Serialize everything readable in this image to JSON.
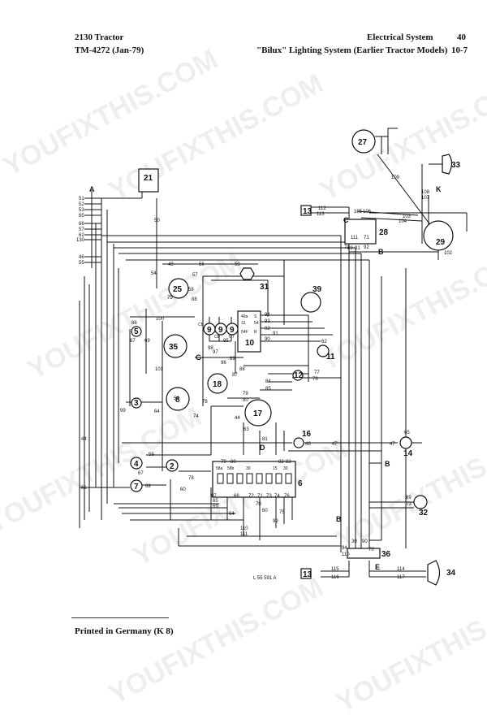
{
  "header": {
    "left_line1": "2130 Tractor",
    "left_line2": "TM-4272 (Jan-79)",
    "right_section": "Electrical System",
    "right_section_num": "40",
    "right_title": "\"Bilux\" Lighting System (Earlier Tractor Models)",
    "right_page": "10-7"
  },
  "footer": {
    "printed": "Printed in Germany (K 8)"
  },
  "watermark": "YOUFIXTHIS.COM",
  "diagram": {
    "figure_code": "L 55 591 A",
    "components": [
      {
        "id": "c21",
        "label": "21"
      },
      {
        "id": "c27",
        "label": "27"
      },
      {
        "id": "c33",
        "label": "33"
      },
      {
        "id": "c29",
        "label": "29"
      },
      {
        "id": "c13a",
        "label": "13"
      },
      {
        "id": "c28",
        "label": "28"
      },
      {
        "id": "c25",
        "label": "25"
      },
      {
        "id": "c31",
        "label": "31"
      },
      {
        "id": "c39",
        "label": "39"
      },
      {
        "id": "c35",
        "label": "35"
      },
      {
        "id": "c10",
        "label": "10"
      },
      {
        "id": "c18",
        "label": "18"
      },
      {
        "id": "c11",
        "label": "11"
      },
      {
        "id": "c12",
        "label": "12"
      },
      {
        "id": "c8",
        "label": "8"
      },
      {
        "id": "c17",
        "label": "17"
      },
      {
        "id": "c3",
        "label": "3"
      },
      {
        "id": "c16",
        "label": "16"
      },
      {
        "id": "c14",
        "label": "14"
      },
      {
        "id": "c2",
        "label": "2"
      },
      {
        "id": "c4",
        "label": "4"
      },
      {
        "id": "c7",
        "label": "7"
      },
      {
        "id": "c5",
        "label": "5"
      },
      {
        "id": "c6",
        "label": "6"
      },
      {
        "id": "c32",
        "label": "32"
      },
      {
        "id": "c36",
        "label": "36"
      },
      {
        "id": "c13b",
        "label": "13"
      },
      {
        "id": "c34",
        "label": "34"
      },
      {
        "id": "c9a",
        "label": "9"
      },
      {
        "id": "c9b",
        "label": "9"
      },
      {
        "id": "c9c",
        "label": "9"
      }
    ],
    "letters": [
      "A",
      "C",
      "B",
      "K",
      "G",
      "D",
      "B",
      "B",
      "E"
    ],
    "wire_numbers_left": [
      "51",
      "52",
      "53",
      "65",
      "66",
      "57",
      "62",
      "130",
      "46",
      "55"
    ],
    "wire_numbers": [
      "50",
      "49",
      "54",
      "56",
      "58",
      "59",
      "57",
      "75",
      "88",
      "86",
      "100",
      "67",
      "69",
      "101",
      "54",
      "64",
      "99",
      "78",
      "74",
      "79",
      "80",
      "44",
      "85",
      "84",
      "63",
      "81",
      "82",
      "83",
      "46",
      "47",
      "47",
      "44",
      "59",
      "67",
      "68",
      "61",
      "60",
      "78",
      "79",
      "80",
      "87",
      "65",
      "69",
      "66",
      "72",
      "71",
      "73",
      "74",
      "76",
      "70",
      "60",
      "64",
      "75",
      "99",
      "110",
      "111",
      "30",
      "94",
      "93",
      "92",
      "91",
      "90",
      "89",
      "96",
      "95",
      "97",
      "98",
      "87",
      "88",
      "112",
      "113",
      "105",
      "106",
      "103",
      "104",
      "108",
      "107",
      "109",
      "102",
      "111",
      "72",
      "71",
      "93",
      "91",
      "92",
      "62",
      "77",
      "76",
      "90",
      "94",
      "70",
      "110",
      "115",
      "116",
      "114",
      "117",
      "89",
      "73",
      "65"
    ],
    "small_labels": {
      "cb1": "CB",
      "cb2": "CB",
      "cb3": "CT",
      "fuse_labels": [
        "58a",
        "58b",
        "30",
        "15",
        "30"
      ],
      "relay_labels": [
        "49a",
        "S",
        "31",
        "54",
        "54F",
        "R"
      ]
    }
  }
}
